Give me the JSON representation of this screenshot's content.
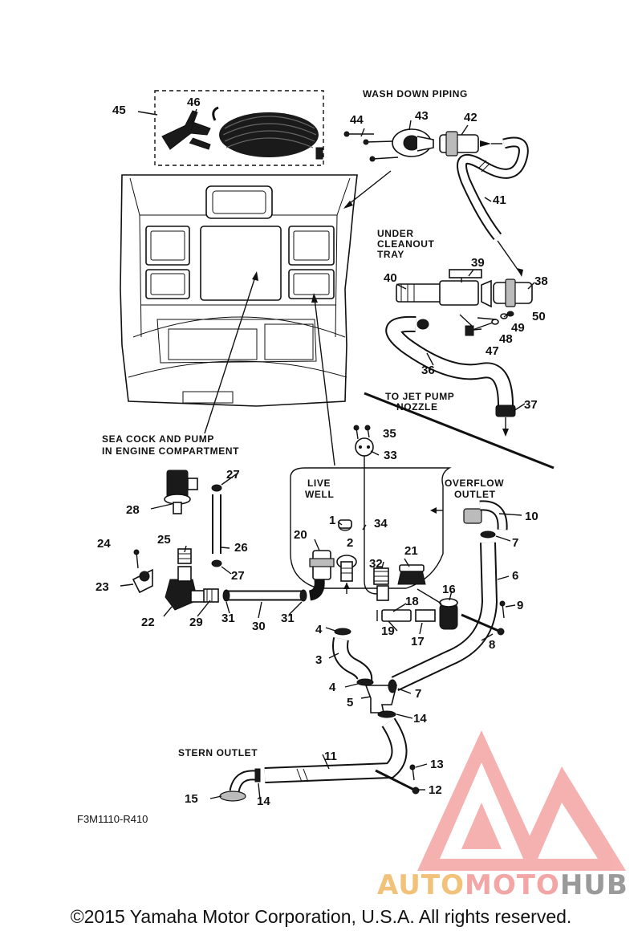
{
  "headings": {
    "wash_down_piping": "WASH DOWN PIPING",
    "under_cleanout_tray": [
      "UNDER",
      "CLEANOUT",
      "TRAY"
    ],
    "to_jet_pump_nozzle": [
      "TO JET PUMP",
      "NOZZLE"
    ],
    "sea_cock_and_pump": [
      "SEA COCK AND PUMP",
      "IN ENGINE COMPARTMENT"
    ],
    "live_well": [
      "LIVE",
      "WELL"
    ],
    "overflow_outlet": [
      "OVERFLOW",
      "OUTLET"
    ],
    "stern_outlet": "STERN OUTLET"
  },
  "part_numbers": [
    "1",
    "2",
    "3",
    "4",
    "4",
    "5",
    "6",
    "7",
    "7",
    "8",
    "9",
    "10",
    "11",
    "12",
    "13",
    "14",
    "14",
    "15",
    "16",
    "17",
    "18",
    "19",
    "20",
    "21",
    "22",
    "23",
    "24",
    "25",
    "26",
    "27",
    "27",
    "28",
    "29",
    "30",
    "31",
    "31",
    "32",
    "33",
    "34",
    "35",
    "36",
    "37",
    "38",
    "39",
    "40",
    "41",
    "42",
    "43",
    "44",
    "45",
    "46",
    "47",
    "48",
    "49",
    "50"
  ],
  "drawing_code": "F3M1110-R410",
  "copyright": "©2015 Yamaha Motor Corporation, U.S.A. All rights reserved.",
  "watermark": {
    "auto": "AUTO",
    "moto": "MOTO",
    "hub": "HUB",
    "logo_color": "#f28b8b"
  }
}
